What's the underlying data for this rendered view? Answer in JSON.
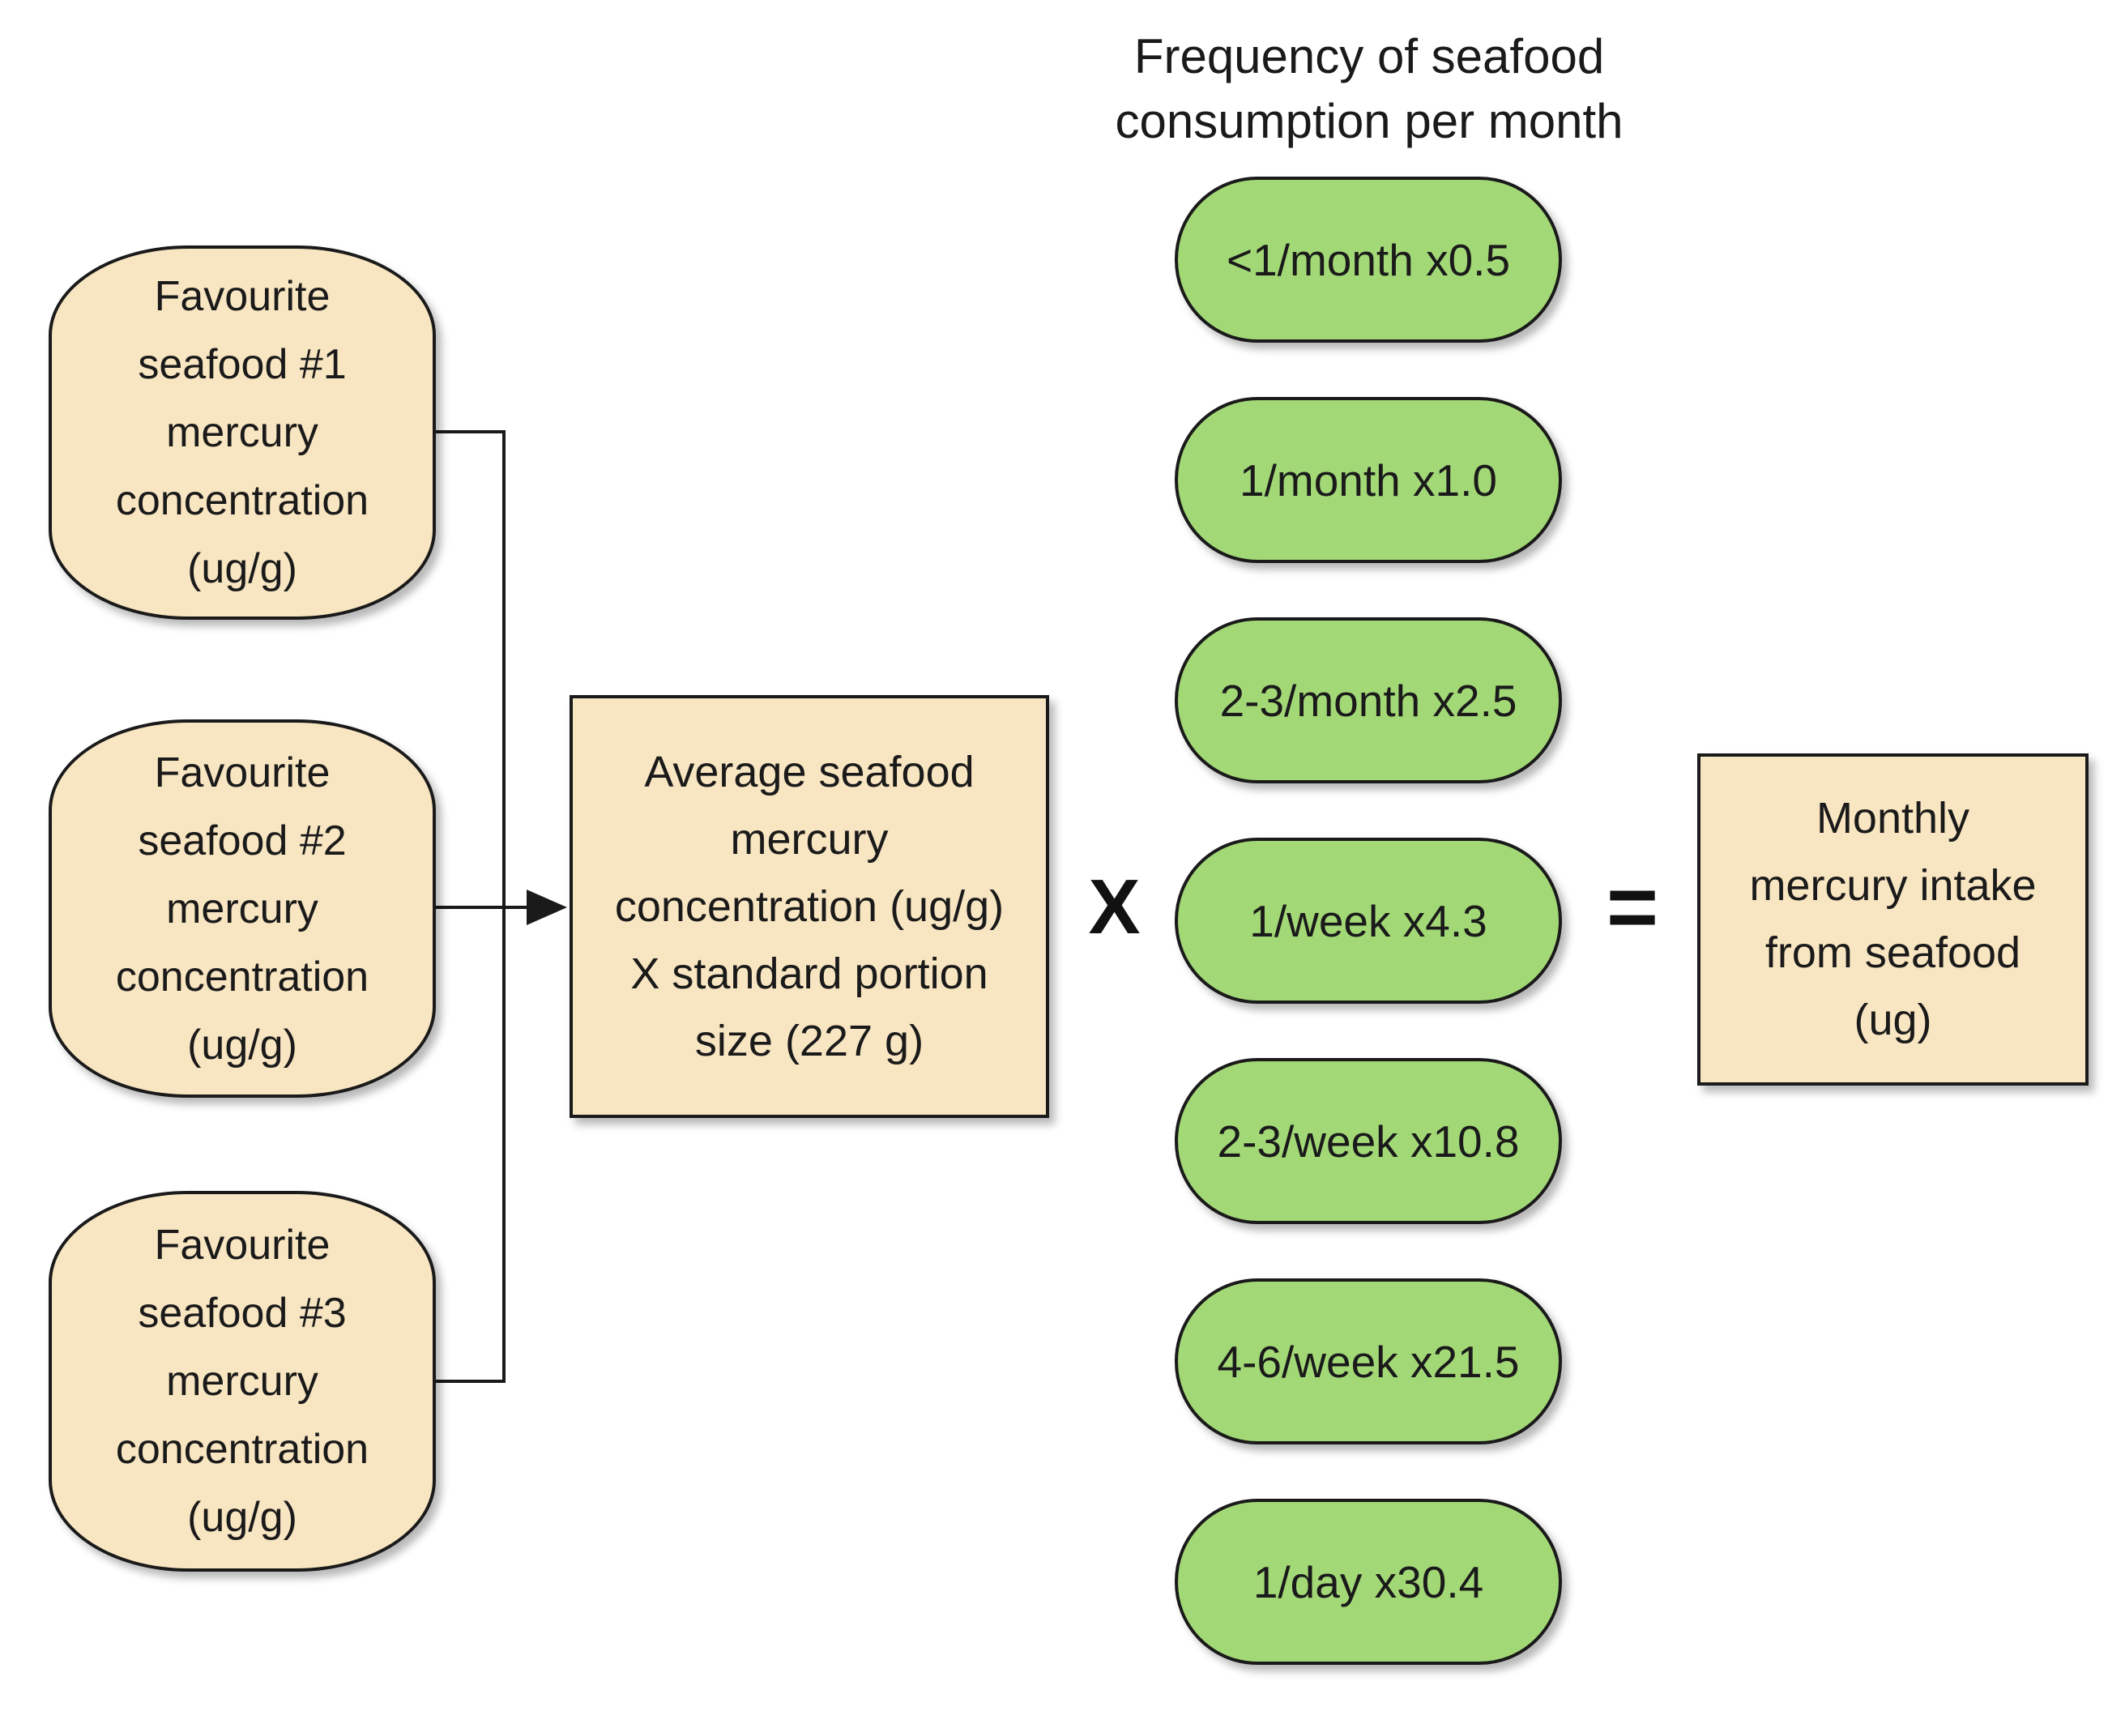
{
  "header": {
    "lines": [
      "Frequency of seafood",
      "consumption per month"
    ]
  },
  "inputs": [
    {
      "lines": [
        "Favourite",
        "seafood #1",
        "mercury",
        "concentration",
        "(ug/g)"
      ]
    },
    {
      "lines": [
        "Favourite",
        "seafood #2",
        "mercury",
        "concentration",
        "(ug/g)"
      ]
    },
    {
      "lines": [
        "Favourite",
        "seafood #3",
        "mercury",
        "concentration",
        "(ug/g)"
      ]
    }
  ],
  "average_box": {
    "lines": [
      "Average seafood",
      "mercury",
      "concentration (ug/g)",
      "X standard portion",
      "size (227 g)"
    ]
  },
  "multiply_sign": "X",
  "frequencies": [
    "<1/month x0.5",
    "1/month x1.0",
    "2-3/month x2.5",
    "1/week x4.3",
    "2-3/week x10.8",
    "4-6/week x21.5",
    "1/day x30.4"
  ],
  "equals_sign": "=",
  "result_box": {
    "lines": [
      "Monthly",
      "mercury intake",
      "from seafood",
      "(ug)"
    ]
  },
  "colors": {
    "input_fill": "#f8e5c1",
    "frequency_fill": "#a3d877",
    "outline": "#1a1a1a"
  }
}
